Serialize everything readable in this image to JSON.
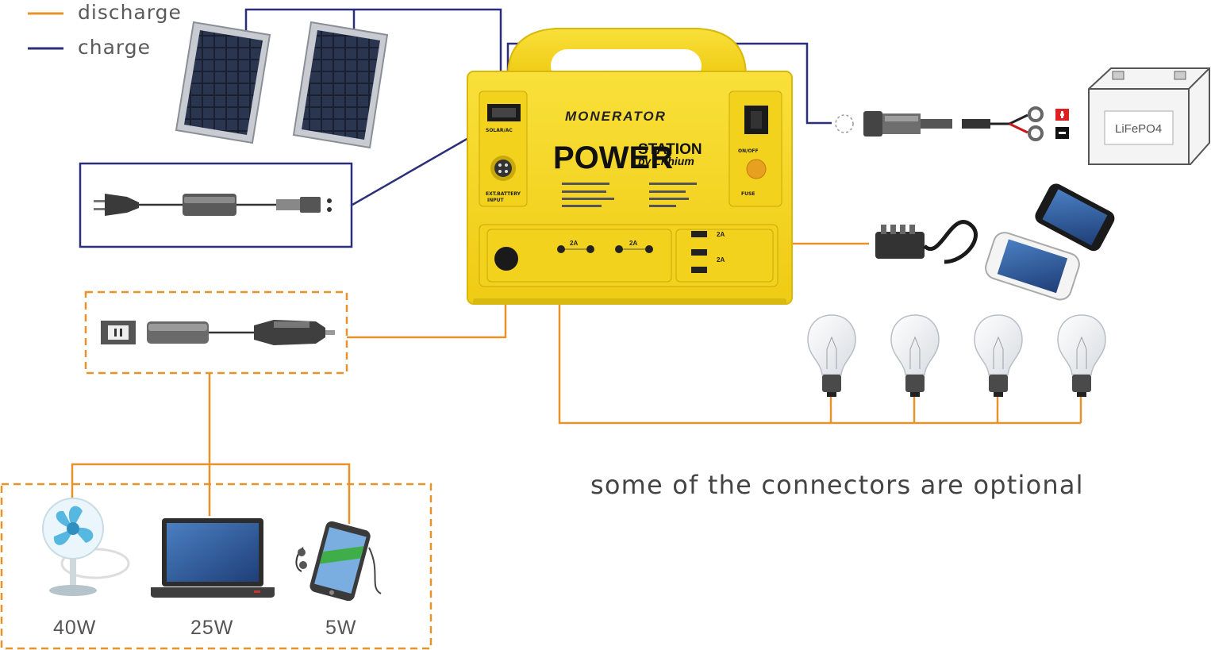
{
  "legend": {
    "discharge_label": "discharge",
    "charge_label": "charge"
  },
  "colors": {
    "discharge": "#E8922B",
    "charge": "#2B2F7A",
    "device_yellow": "#F6D624"
  },
  "device": {
    "brand": "MONERATOR",
    "title_main": "POWER",
    "title_sub": "STATION",
    "title_by": "by Lithium",
    "ports": {
      "usb_a_1": "2A",
      "usb_a_2": "2A",
      "dc_out_1": "2A",
      "dc_out_2": "2A"
    }
  },
  "battery": {
    "label": "LiFePO4"
  },
  "loads": [
    {
      "name": "fan",
      "icon": "fan-icon",
      "power": "40W"
    },
    {
      "name": "laptop",
      "icon": "laptop-icon",
      "power": "25W"
    },
    {
      "name": "phone",
      "icon": "phone-icon",
      "power": "5W"
    }
  ],
  "note": "some of the connectors are optional"
}
